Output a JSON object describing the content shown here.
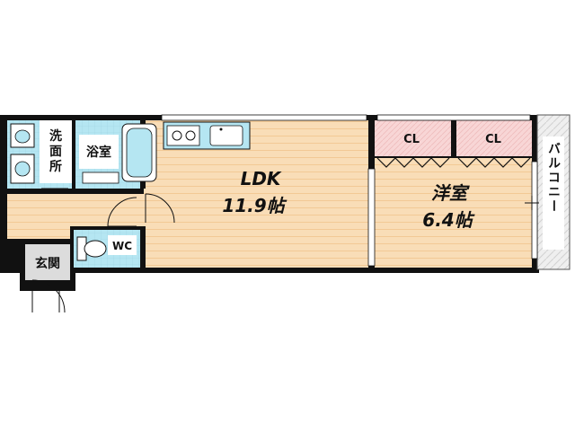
{
  "rooms": {
    "washroom": {
      "label_1": "洗",
      "label_2": "面",
      "label_3": "所"
    },
    "bathroom": {
      "label": "浴室"
    },
    "toilet": {
      "label": "WC"
    },
    "entrance": {
      "label": "玄関"
    },
    "ldk": {
      "name": "LDK",
      "size": "11.9帖"
    },
    "western_room": {
      "name": "洋室",
      "size": "6.4帖"
    },
    "closet_1": {
      "label": "CL"
    },
    "closet_2": {
      "label": "CL"
    },
    "balcony": {
      "label": "バルコニー"
    }
  },
  "colors": {
    "floor": "#f9ddb7",
    "floor_line": "#f2c995",
    "wet_area": "#b5e6f2",
    "closet": "#f8d6d6",
    "balcony": "#e8e8e8",
    "wall": "#111111",
    "entrance": "#dcdcdc"
  }
}
